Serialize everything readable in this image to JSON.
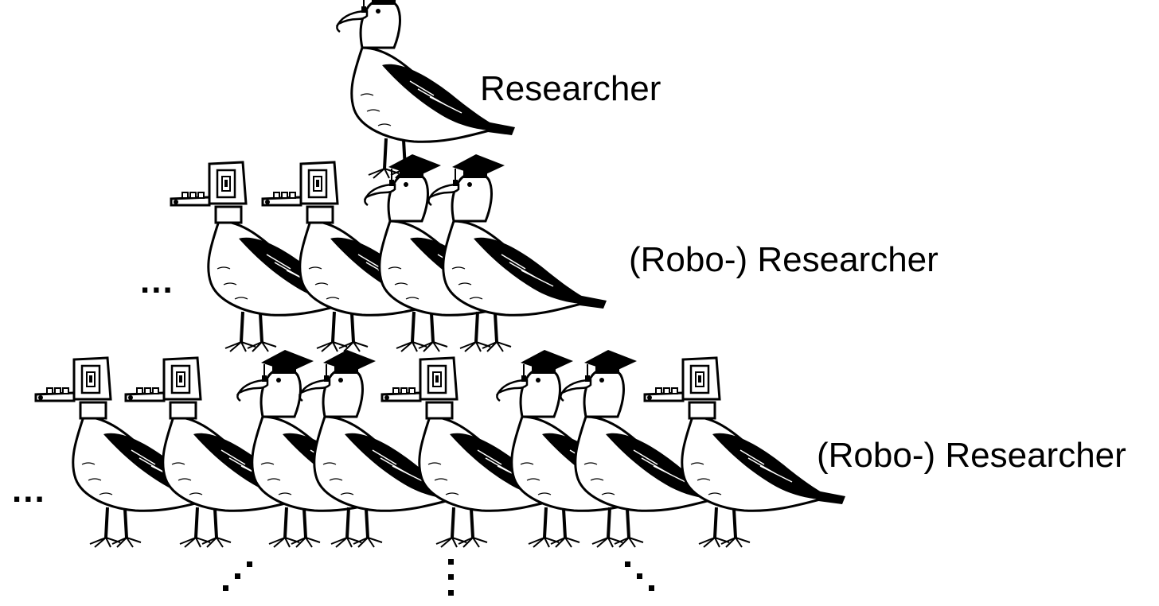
{
  "tiers": {
    "top_label": "Researcher",
    "middle_label": "(Robo-) Researcher",
    "bottom_label": "(Robo-) Researcher"
  },
  "continuation": {
    "middle_row": "...",
    "bottom_row": "..."
  },
  "rows": {
    "top": [
      "human"
    ],
    "middle": [
      "robot",
      "robot",
      "human",
      "human"
    ],
    "bottom": [
      "robot",
      "robot",
      "human",
      "human",
      "robot",
      "human",
      "human",
      "robot"
    ]
  },
  "colors": {
    "ink": "#000000",
    "body": "#ffffff"
  }
}
